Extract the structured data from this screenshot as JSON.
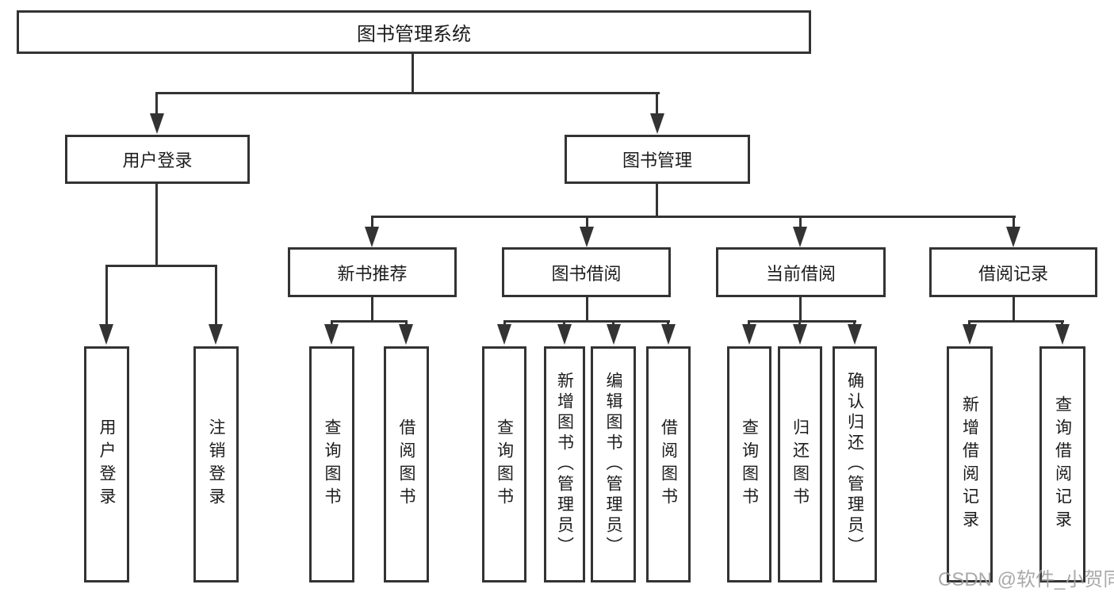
{
  "diagram_title": "图书管理系统",
  "colors": {
    "line": "#333333",
    "box_border": "#333333",
    "text": "#1c1c1c",
    "watermark": "#a0a0a0",
    "background": "#ffffff"
  },
  "watermark": {
    "text": "CSDN @软件_小贺同学"
  },
  "tree": {
    "root": {
      "label": "图书管理系统"
    },
    "branches": [
      {
        "label": "用户登录",
        "children": [
          {
            "label": "用户登录"
          },
          {
            "label": "注销登录"
          }
        ]
      },
      {
        "label": "图书管理",
        "children": [
          {
            "label": "新书推荐",
            "children": [
              {
                "label": "查询图书"
              },
              {
                "label": "借阅图书"
              }
            ]
          },
          {
            "label": "图书借阅",
            "children": [
              {
                "label": "查询图书"
              },
              {
                "label": "新增图书（管理员）"
              },
              {
                "label": "编辑图书（管理员）"
              },
              {
                "label": "借阅图书"
              }
            ]
          },
          {
            "label": "当前借阅",
            "children": [
              {
                "label": "查询图书"
              },
              {
                "label": "归还图书"
              },
              {
                "label": "确认归还（管理员）"
              }
            ]
          },
          {
            "label": "借阅记录",
            "children": [
              {
                "label": "新增借阅记录"
              },
              {
                "label": "查询借阅记录"
              }
            ]
          }
        ]
      }
    ]
  }
}
